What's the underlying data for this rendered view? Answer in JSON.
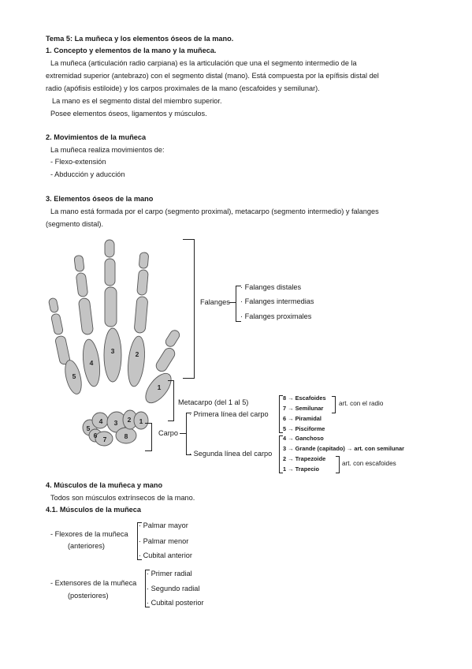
{
  "title": "Tema 5: La muñeca y los elementos óseos de la mano.",
  "s1": {
    "heading": "1. Concepto y elementos de la mano y la muñeca.",
    "p1a": "La muñeca (articulación radio carpiana) es la articulación que una el segmento intermedio de la",
    "p1b": "extremidad superior (antebrazo) con el segmento distal (mano). Está compuesta por la epífisis distal del",
    "p1c": "radio (apófisis estiloide) y los carpos proximales de la mano (escafoides y semilunar).",
    "p2": "La mano es el segmento distal del miembro superior.",
    "p3": "Posee elementos óseos, ligamentos y músculos."
  },
  "s2": {
    "heading": "2. Movimientos de la muñeca",
    "intro": "La muñeca realiza movimientos de:",
    "items": [
      "- Flexo-extensión",
      "- Abducción y aducción"
    ]
  },
  "s3": {
    "heading": "3. Elementos óseos de la mano",
    "p1a": "La mano está formada por el carpo (segmento proximal), metacarpo (segmento intermedio) y falanges",
    "p1b": "(segmento distal)."
  },
  "diagram": {
    "falanges_label": "Falanges",
    "falanges_items": [
      "· Falanges distales",
      "· Falanges intermedias",
      "· Falanges proximales"
    ],
    "metacarpo_label": "Metacarpo (del 1 al 5)",
    "carpo_label": "Carpo",
    "primera_label": "· Primera línea del carpo",
    "segunda_label": "· Segunda línea del carpo",
    "primera_items": [
      "8 → Escafoides",
      "7 → Semilunar",
      "6 → Piramidal",
      "5 → Pisciforme"
    ],
    "segunda_items": [
      "4 → Ganchoso",
      "3 → Grande (capitado) → art. con semilunar",
      "2 → Trapezoide",
      "1 → Trapecio"
    ],
    "art_radio": "art. con el radio",
    "art_escafoides": "art. con escafoides",
    "finger_numbers": [
      "1",
      "2",
      "3",
      "4",
      "5"
    ],
    "carpal_numbers": [
      "1",
      "2",
      "3",
      "4",
      "5",
      "6",
      "7",
      "8"
    ]
  },
  "s4": {
    "heading": "4. Músculos de la muñeca y mano",
    "intro": "Todos son músculos extrínsecos de la mano.",
    "sub": "4.1. Músculos de la muñeca",
    "flexores_a": "- Flexores de la muñeca",
    "flexores_b": "(anteriores)",
    "flexores_items": [
      "· Palmar mayor",
      "· Palmar menor",
      "· Cubital anterior"
    ],
    "extensores_a": "- Extensores de la muñeca",
    "extensores_b": "(posteriores)",
    "extensores_items": [
      "· Primer radial",
      "· Segundo radial",
      "· Cubital posterior"
    ]
  },
  "colors": {
    "bone": "#c4c4c4",
    "bone_stroke": "#555555",
    "text": "#1a1a1a"
  }
}
